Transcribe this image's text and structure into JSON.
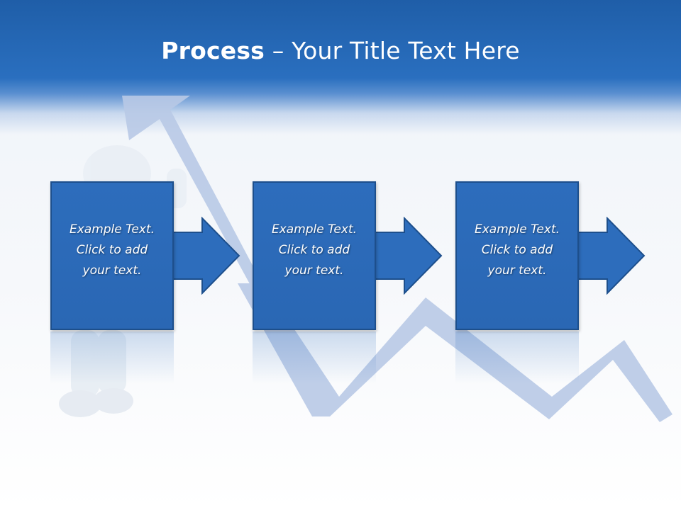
{
  "slide": {
    "title_strong": "Process",
    "title_rest": " – Your Title Text Here"
  },
  "steps": [
    {
      "text": "Example Text.\nClick  to add\nyour text."
    },
    {
      "text": "Example Text.\nClick  to add\nyour text."
    },
    {
      "text": "Example Text.\nClick  to add\nyour text."
    }
  ],
  "colors": {
    "header": "#2a6fbf",
    "box": "#2d6dbc",
    "box_border": "#1d4f8c",
    "trend_line": "#b8c9e6"
  }
}
